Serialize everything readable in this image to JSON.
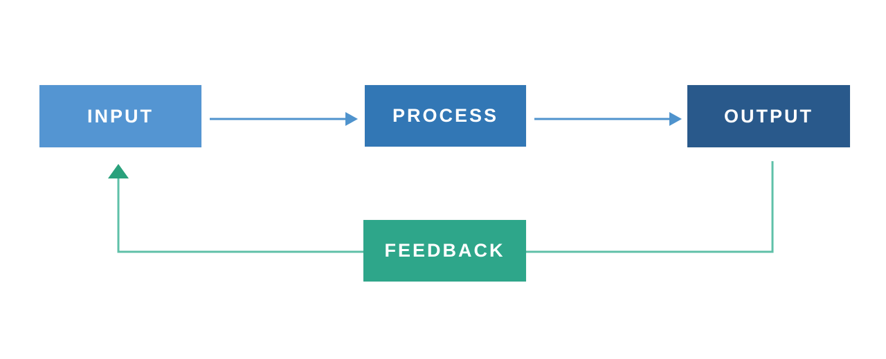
{
  "diagram": {
    "background": "#ffffff",
    "nodes": [
      {
        "id": "input",
        "label": "INPUT",
        "color": "#5495d2",
        "text_color": "#ffffff"
      },
      {
        "id": "process",
        "label": "PROCESS",
        "color": "#3277b5",
        "text_color": "#ffffff"
      },
      {
        "id": "output",
        "label": "OUTPUT",
        "color": "#29598b",
        "text_color": "#ffffff"
      },
      {
        "id": "feedback",
        "label": "FEEDBACK",
        "color": "#2ea68a",
        "text_color": "#ffffff"
      }
    ],
    "connectors": [
      {
        "id": "input-to-process",
        "from": "INPUT",
        "to": "PROCESS",
        "type": "straight-arrow",
        "color": "#4f93cd"
      },
      {
        "id": "process-to-output",
        "from": "PROCESS",
        "to": "OUTPUT",
        "type": "straight-arrow",
        "color": "#4f93cd"
      },
      {
        "id": "output-to-input-feedback-loop",
        "from": "OUTPUT",
        "to": "INPUT",
        "via": "FEEDBACK",
        "type": "elbow-arrow",
        "color": "#5fc0a8",
        "arrowhead_color": "#2aa17c"
      }
    ]
  }
}
